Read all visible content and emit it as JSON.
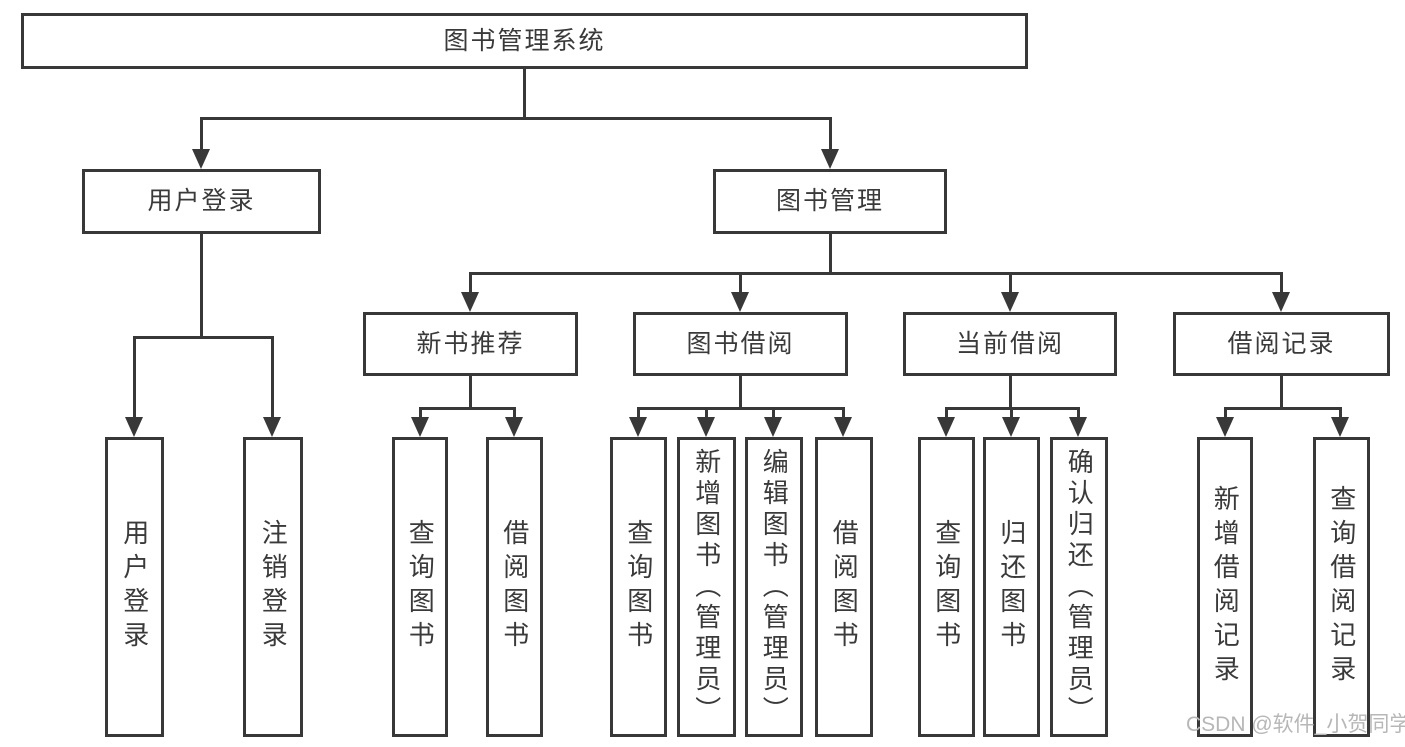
{
  "tree": {
    "label": "图书管理系统",
    "children": [
      {
        "label": "用户登录",
        "children": [
          {
            "label": "用户登录"
          },
          {
            "label": "注销登录"
          }
        ]
      },
      {
        "label": "图书管理",
        "children": [
          {
            "label": "新书推荐",
            "children": [
              {
                "label": "查询图书"
              },
              {
                "label": "借阅图书"
              }
            ]
          },
          {
            "label": "图书借阅",
            "children": [
              {
                "label": "查询图书"
              },
              {
                "label": "新增图书（管理员）"
              },
              {
                "label": "编辑图书（管理员）"
              },
              {
                "label": "借阅图书"
              }
            ]
          },
          {
            "label": "当前借阅",
            "children": [
              {
                "label": "查询图书"
              },
              {
                "label": "归还图书"
              },
              {
                "label": "确认归还（管理员）"
              }
            ]
          },
          {
            "label": "借阅记录",
            "children": [
              {
                "label": "新增借阅记录"
              },
              {
                "label": "查询借阅记录"
              }
            ]
          }
        ]
      }
    ]
  },
  "watermark": {
    "text": "CSDN @软件_小贺同学"
  },
  "colors": {
    "line": "#383838",
    "text": "#3a3a3a",
    "watermark": "#b7b7b7",
    "background": "#ffffff"
  }
}
